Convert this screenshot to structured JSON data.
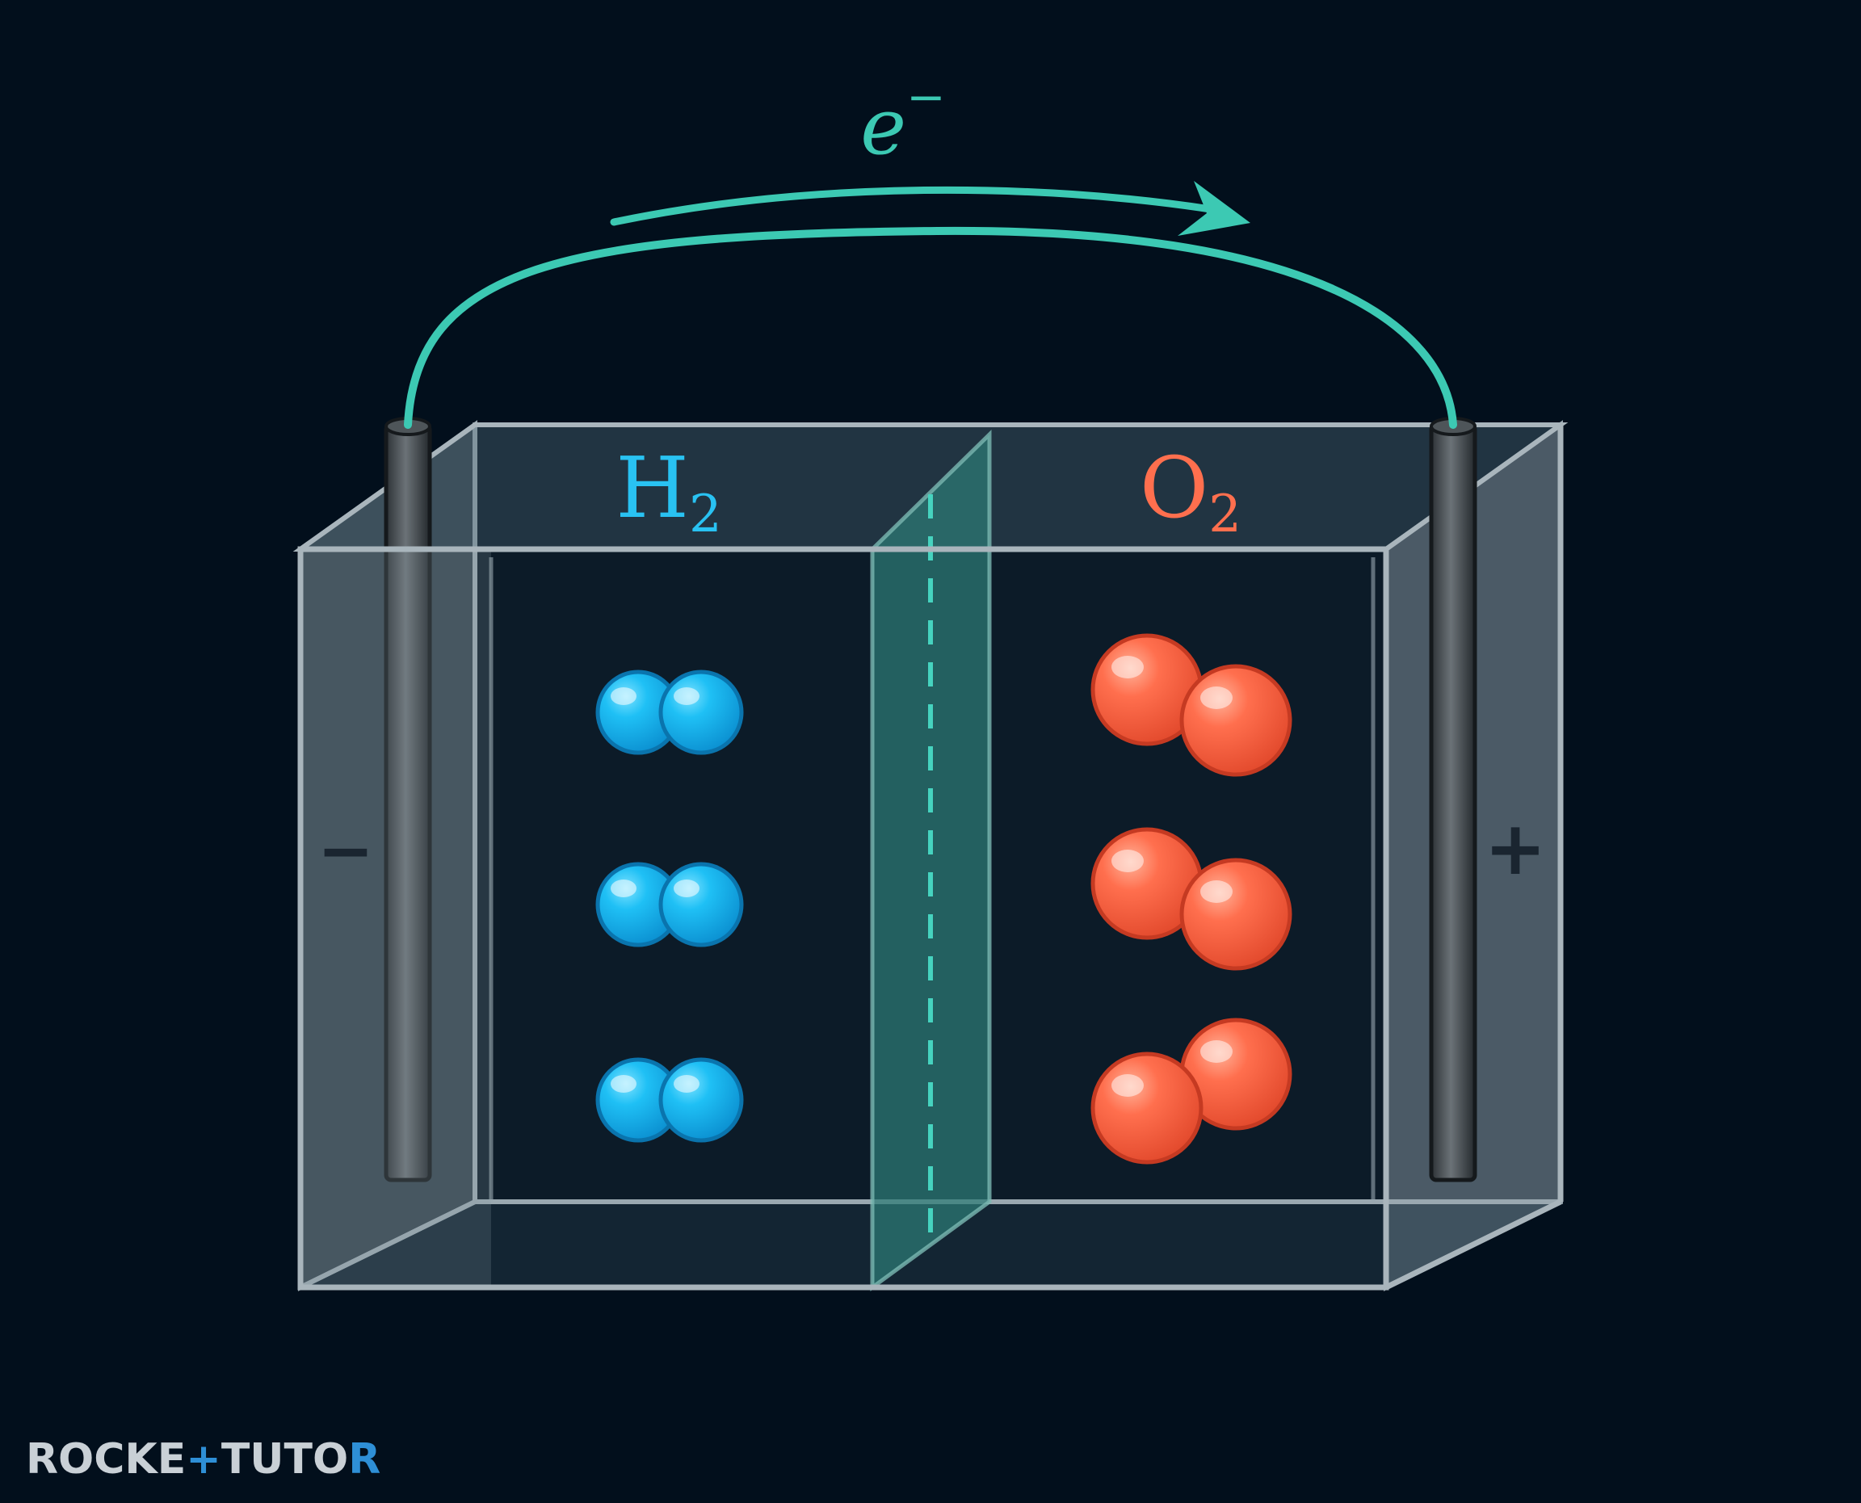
{
  "diagram": {
    "electron_label": {
      "base": "e",
      "sup": "−"
    },
    "left_chamber": {
      "gas": "H",
      "subscript": "2",
      "color": "#29c2f2"
    },
    "right_chamber": {
      "gas": "O",
      "subscript": "2",
      "color": "#ff6f4e"
    },
    "left_terminal": "−",
    "right_terminal": "+",
    "wire_color": "#3cc9b3",
    "membrane_color": "#2c7c76"
  },
  "watermark": {
    "part1": "ROCKE",
    "part2": "+",
    "part3": "TUTO",
    "part4": "R"
  }
}
